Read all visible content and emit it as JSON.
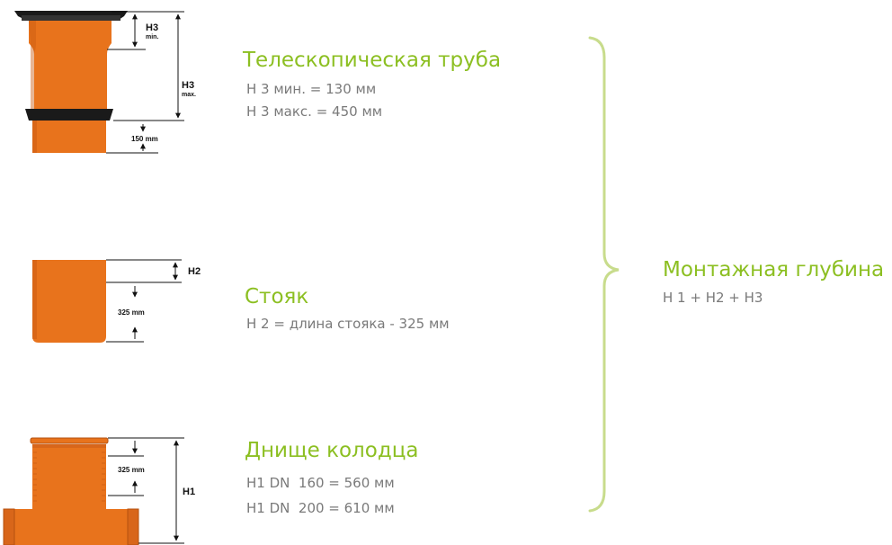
{
  "dimension_labels": {
    "h3_min_main": "H3",
    "h3_min_sub": "min.",
    "h3_max_main": "H3",
    "h3_max_sub": "max.",
    "telescopic_offset": "150 mm",
    "h2": "H2",
    "riser_offset": "325 mm",
    "base_offset": "325 mm",
    "h1": "H1"
  },
  "telescopic": {
    "title": "Телескопическая труба",
    "lines": [
      "H 3 мин. = 130 мм",
      "H 3 макс. = 450 мм"
    ]
  },
  "riser": {
    "title": "Стояк",
    "lines": [
      "H 2 = длина стояка - 325 мм"
    ]
  },
  "base": {
    "title": "Днище колодца",
    "lines": [
      "H1 DN  160 = 560 мм",
      "H1 DN  200 = 610 мм"
    ]
  },
  "total": {
    "title": "Монтажная глубина",
    "formula": "H 1 + H2 + H3"
  },
  "colors": {
    "pipe_orange": "#e8731c",
    "pipe_dark": "#c95a12",
    "green_accent": "#8cbf22",
    "brace": "#c8dc8c",
    "text_gray": "#7a7a7a"
  }
}
